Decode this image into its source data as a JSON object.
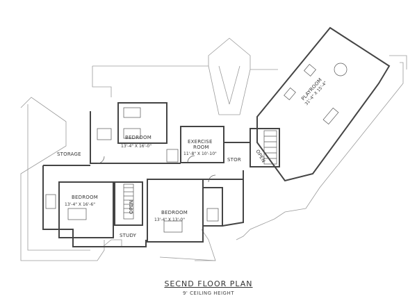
{
  "title": "SECND FLOOR PLAN",
  "subtitle": "9' CEILING HEIGHT",
  "rooms": {
    "bedroom_top": {
      "name": "BEDROOM",
      "size": "13'-4\" X 16'-0\""
    },
    "exercise": {
      "name": "EXERCISE ROOM",
      "name_line1": "EXERCISE",
      "name_line2": "ROOM",
      "size": "11'-8\" X 10'-10\""
    },
    "playroom": {
      "name": "PLAYROOM",
      "size": "31'-4\" X 15'-4\""
    },
    "storage": {
      "name": "STORAGE"
    },
    "stor": {
      "name": "STOR"
    },
    "bedroom_left": {
      "name": "BEDROOM",
      "size": "13'-4\" X 16'-6\""
    },
    "bedroom_right": {
      "name": "BEDROOM",
      "size": "13'-4\" X 13'-0\""
    },
    "study": {
      "name": "STUDY"
    },
    "open_stair_center": {
      "name": "OPEN"
    },
    "open_stair_right": {
      "name": "OPEN"
    }
  },
  "colors": {
    "wall": "#444444",
    "roof": "#9a9a9a",
    "ink": "#333333"
  }
}
